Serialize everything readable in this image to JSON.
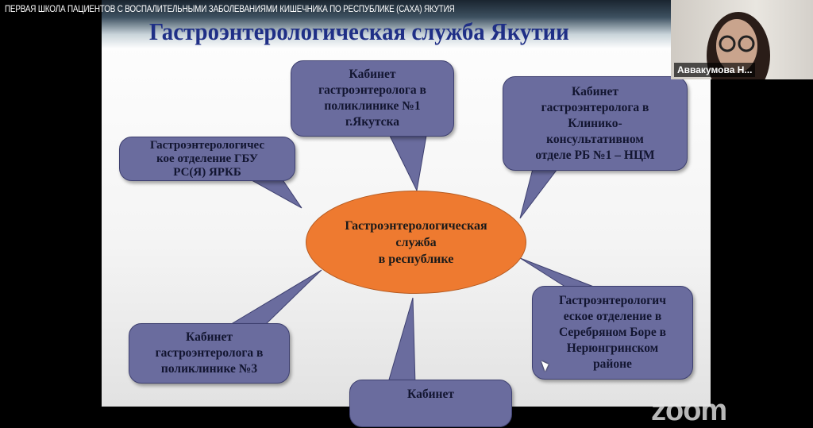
{
  "meeting": {
    "title": "ПЕРВАЯ ШКОЛА ПАЦИЕНТОВ С ВОСПАЛИТЕЛЬНЫМИ ЗАБОЛЕВАНИЯМИ КИШЕЧНИКА ПО РЕСПУБЛИКЕ (САХА) ЯКУТИЯ",
    "participant_name": "Аввакумова Н...",
    "watermark": "zoom"
  },
  "slide": {
    "title": "Гастроэнтерологическая служба Якутии",
    "center": [
      "Гастроэнтерологическая",
      "служба",
      "в республике"
    ],
    "bubbles": [
      {
        "lines": [
          "Кабинет",
          "гастроэнтеролога в",
          "поликлинике №1",
          "г.Якутска"
        ]
      },
      {
        "lines": [
          "Кабинет",
          "гастроэнтеролога в",
          "Клинико-",
          "консультативном",
          "отделе РБ №1 – НЦМ"
        ]
      },
      {
        "lines": [
          "Гастроэнтерологичес",
          "кое отделение ГБУ",
          "РС(Я) ЯРКБ"
        ]
      },
      {
        "lines": [
          "Кабинет",
          "гастроэнтеролога в",
          "поликлинике №3"
        ]
      },
      {
        "lines": [
          "Гастроэнтерологич",
          "еское отделение в",
          "Серебряном Боре в",
          "Нерюнгринском",
          "районе"
        ]
      },
      {
        "lines": [
          "Кабинет"
        ]
      }
    ]
  },
  "colors": {
    "bubble": "#6a6c9e",
    "center": "#ee7a30",
    "title": "#1f2f86"
  }
}
